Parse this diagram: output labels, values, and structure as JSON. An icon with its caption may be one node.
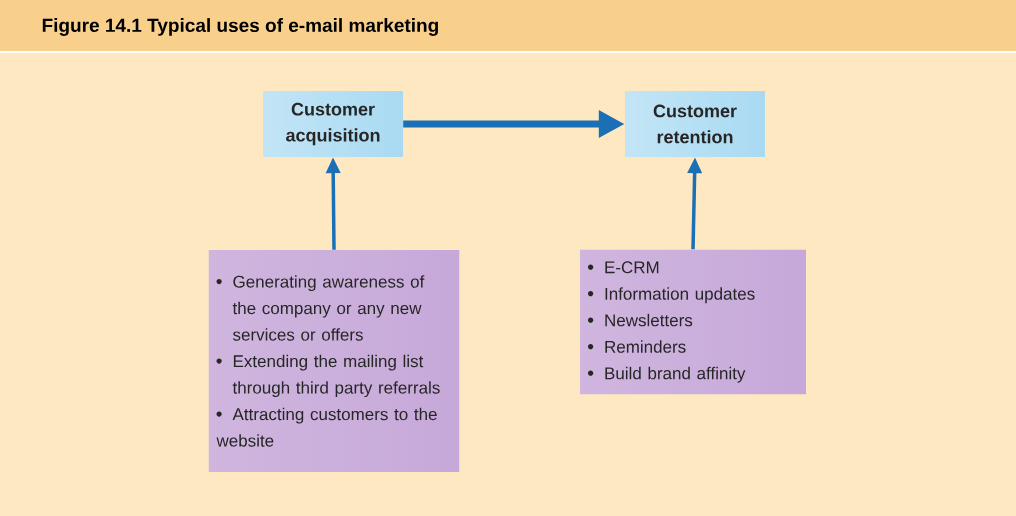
{
  "diagram": {
    "title": "Figure 14.1  Typical uses of e-mail marketing",
    "nodes": [
      {
        "text": [
          "Customer acquisition"
        ]
      },
      {
        "text": [
          "Customer retention"
        ]
      },
      {
        "text": [
          "Generating awareness of the company or any new services or offers",
          "Extending the mailing list through third party referrals",
          "Attracting customers to the website"
        ]
      },
      {
        "text": [
          "E-CRM",
          "Information updates",
          "Newsletters",
          "Reminders",
          "Build brand affinity"
        ]
      }
    ],
    "edges": [
      {
        "from": 0,
        "to": 1,
        "arrow": "to",
        "style": "thick"
      },
      {
        "from": 2,
        "to": 0,
        "arrow": "to"
      },
      {
        "from": 3,
        "to": 1,
        "arrow": "to"
      }
    ]
  }
}
